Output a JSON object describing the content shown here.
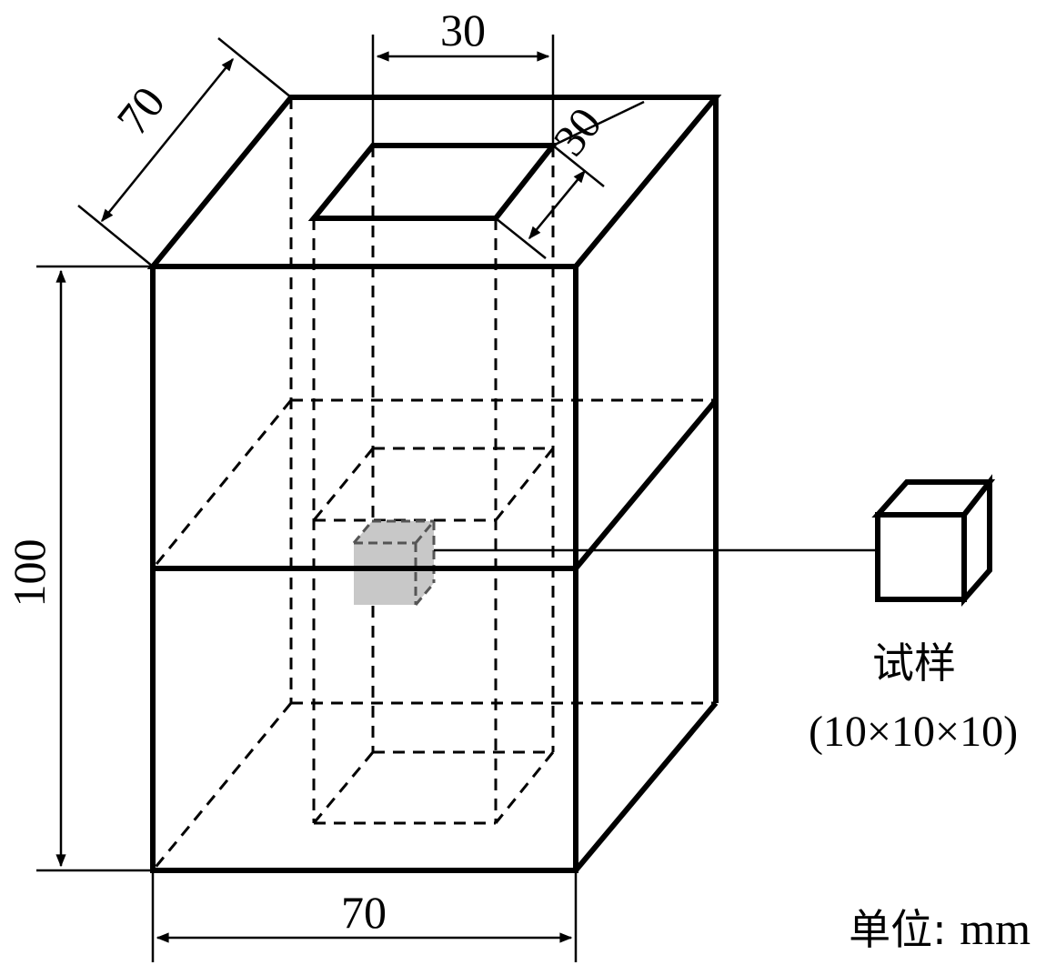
{
  "dimensions": {
    "outer_width": "70",
    "outer_depth": "70",
    "outer_height": "100",
    "hole_width": "30",
    "hole_depth": "30"
  },
  "sample": {
    "label": "试样",
    "size": "(10×10×10)"
  },
  "unit": {
    "label": "单位",
    "value": "mm"
  },
  "colors": {
    "line": "#000000",
    "sample_fill": "#c8c8c8",
    "sample_edge": "#555555"
  }
}
